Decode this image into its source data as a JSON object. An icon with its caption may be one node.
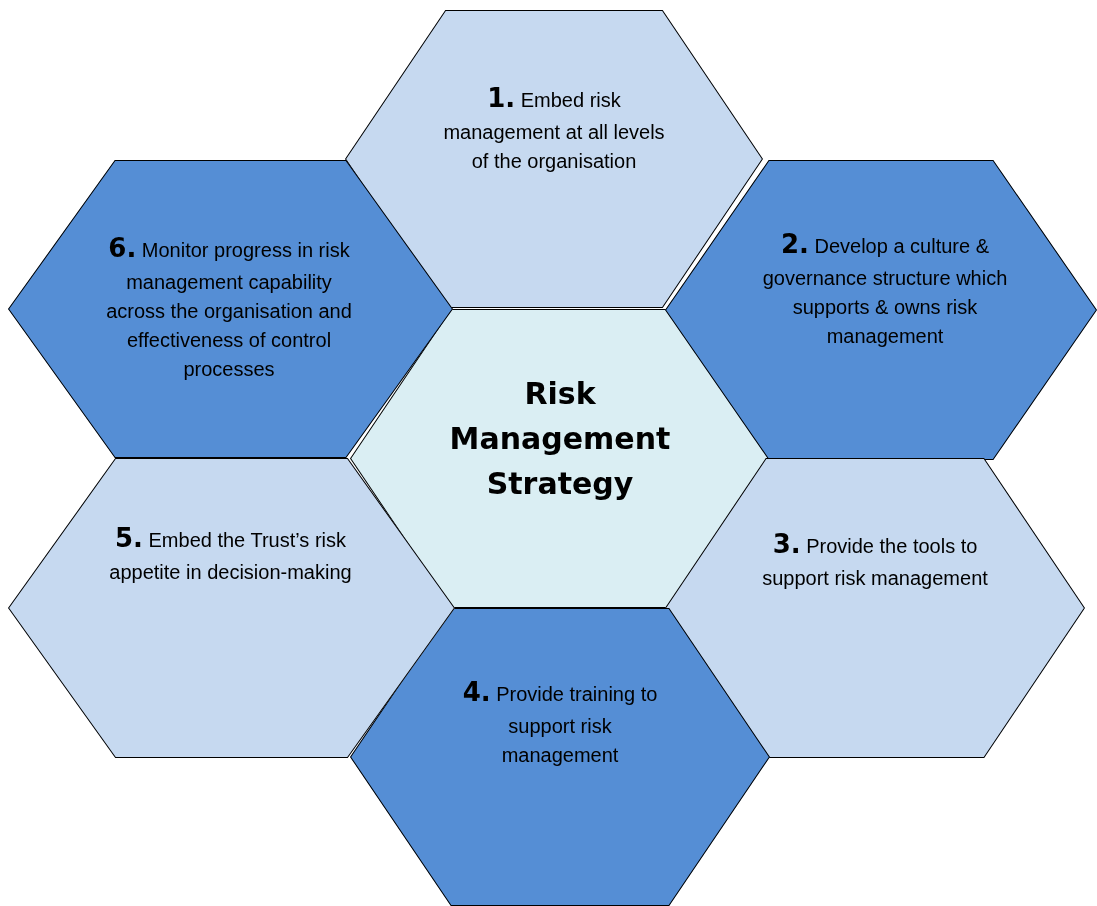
{
  "diagram": {
    "nodes": [
      {
        "text": [
          "Risk Management Strategy"
        ]
      },
      {
        "text": [
          "**1.** Embed risk management at all levels of the organisation"
        ]
      },
      {
        "text": [
          "**2.** Develop a culture & governance structure which supports & owns risk management"
        ]
      },
      {
        "text": [
          "**3.** Provide the tools to support risk management"
        ]
      },
      {
        "text": [
          "**4.** Provide training to support risk management"
        ]
      },
      {
        "text": [
          "**5.** Embed the Trust’s risk appetite in decision-making"
        ]
      },
      {
        "text": [
          "**6.** Monitor progress in risk management capability across the organisation and effectiveness of control processes"
        ]
      }
    ]
  }
}
